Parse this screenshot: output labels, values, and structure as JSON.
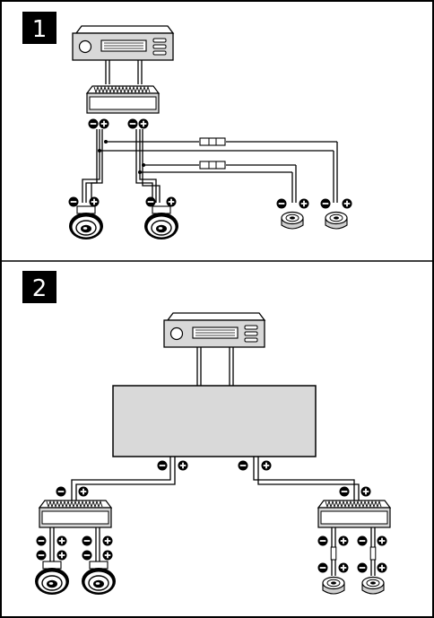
{
  "panels": [
    {
      "step_label": "1"
    },
    {
      "step_label": "2"
    }
  ],
  "colors": {
    "ink": "#000000",
    "device_fill": "#d8d8d8",
    "amp_fill": "#d9d9d9",
    "badge_fill": "#000000",
    "paper": "#ffffff"
  },
  "icons": {
    "head_unit": "car-stereo-icon",
    "crossover": "crossover-module-icon",
    "woofer": "woofer-speaker-icon",
    "tweeter": "tweeter-speaker-icon",
    "filter": "inline-capacitor-filter-icon",
    "negative": "minus-terminal-icon",
    "positive": "plus-terminal-icon",
    "amplifier": "amplifier-box"
  }
}
